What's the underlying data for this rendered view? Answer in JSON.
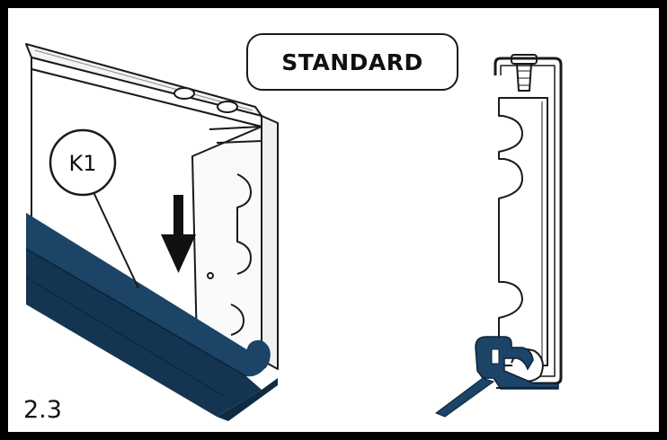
{
  "figure": {
    "badge_label": "STANDARD",
    "callout_label": "K1",
    "step_number": "2.3",
    "colors": {
      "seal_profile": "#1c4466",
      "seal_profile_dark": "#143551",
      "outline": "#1a1a1a",
      "background": "#ffffff",
      "frame": "#000000"
    },
    "icons": [
      "arrow-down-icon"
    ]
  }
}
